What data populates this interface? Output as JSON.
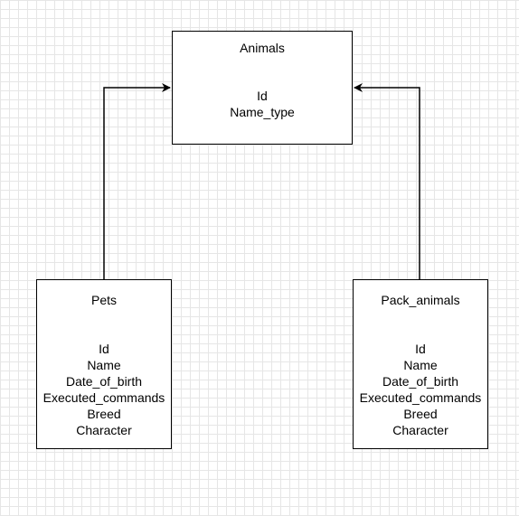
{
  "diagram": {
    "nodes": {
      "animals": {
        "title": "Animals",
        "fields": [
          "Id",
          "Name_type"
        ]
      },
      "pets": {
        "title": "Pets",
        "fields": [
          "Id",
          "Name",
          "Date_of_birth",
          "Executed_commands",
          "Breed",
          "Character"
        ]
      },
      "pack_animals": {
        "title": "Pack_animals",
        "fields": [
          "Id",
          "Name",
          "Date_of_birth",
          "Executed_commands",
          "Breed",
          "Character"
        ]
      }
    },
    "edges": [
      {
        "from": "pets",
        "to": "animals"
      },
      {
        "from": "pack_animals",
        "to": "animals"
      }
    ],
    "line_color": "#000000",
    "grid_color": "#e6e6e6"
  }
}
